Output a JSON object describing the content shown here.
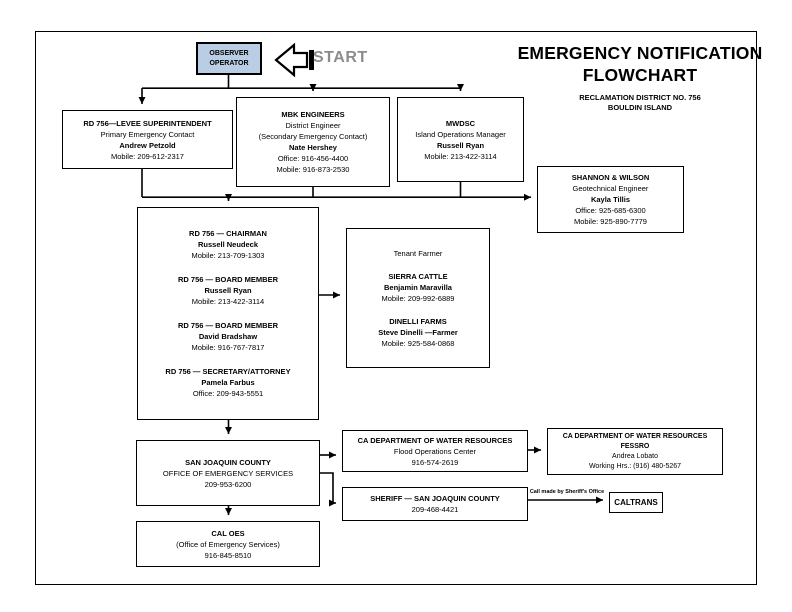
{
  "header": {
    "title_line1": "EMERGENCY NOTIFICATION",
    "title_line2": "FLOWCHART",
    "subtitle_line1": "RECLAMATION DISTRICT NO. 756",
    "subtitle_line2": "BOULDIN ISLAND",
    "start_label": "START"
  },
  "colors": {
    "observer_fill": "#b9cde4",
    "start_text": "#8c8c8c",
    "line": "#000000"
  },
  "observer": {
    "line1": "OBSERVER",
    "line2": "OPERATOR"
  },
  "levee": {
    "title": "RD 756—LEVEE SUPERINTENDENT",
    "role": "Primary Emergency Contact",
    "name": "Andrew Petzold",
    "phone": "Mobile:  209-612-2317"
  },
  "mbk": {
    "title": "MBK ENGINEERS",
    "role1": "District Engineer",
    "role2": "(Secondary Emergency Contact)",
    "name": "Nate Hershey",
    "office": "Office: 916-456-4400",
    "mobile": "Mobile: 916-873-2530"
  },
  "mwdsc": {
    "title": "MWDSC",
    "role": "Island Operations Manager",
    "name": "Russell Ryan",
    "mobile": "Mobile: 213-422-3114"
  },
  "shannon": {
    "title": "SHANNON & WILSON",
    "role": "Geotechnical Engineer",
    "name": "Kayla Tillis",
    "office": "Office: 925-685-6300",
    "mobile": "Mobile: 925-890-7779"
  },
  "officials": {
    "entries": [
      {
        "title": "RD 756 — CHAIRMAN",
        "name": "Russell Neudeck",
        "phone": "Mobile: 213-709-1303"
      },
      {
        "title": "RD 756 — BOARD MEMBER",
        "name": "Russell Ryan",
        "phone": "Mobile: 213-422-3114"
      },
      {
        "title": "RD 756 — BOARD MEMBER",
        "name": "David Bradshaw",
        "phone": "Mobile: 916-767-7817"
      },
      {
        "title": "RD 756 — SECRETARY/ATTORNEY",
        "name": "Pamela Farbus",
        "phone": "Office: 209-943-5551"
      }
    ]
  },
  "tenant": {
    "heading": "Tenant Farmer",
    "farms": [
      {
        "name": "SIERRA CATTLE",
        "contact": "Benjamin Maravilla",
        "phone": "Mobile: 209-992-6889"
      },
      {
        "name": "DINELLI FARMS",
        "contact": "Steve Dinelli —Farmer",
        "phone": "Mobile: 925-584-0868"
      }
    ]
  },
  "sjc_oes": {
    "line1": "SAN JOAQUIN COUNTY",
    "line2": "OFFICE OF EMERGENCY SERVICES",
    "phone": "209-953-6200"
  },
  "cal_oes": {
    "line1": "CAL OES",
    "line2": "(Office of Emergency Services)",
    "phone": "916-845-8510"
  },
  "dwr_floc": {
    "line1": "CA DEPARTMENT OF WATER RESOURCES",
    "line2": "Flood Operations Center",
    "phone": "916-574-2619"
  },
  "dwr_fessro": {
    "line1": "CA DEPARTMENT OF WATER RESOURCES",
    "line2": "FESSRO",
    "name": "Andrea Lobato",
    "phone": "Working Hrs.: (916) 480-5267"
  },
  "sheriff": {
    "line1": "SHERIFF — SAN JOAQUIN COUNTY",
    "phone": "209-468-4421"
  },
  "caltrans": {
    "label": "CALTRANS"
  },
  "notes": {
    "caltrans_note": "Call made by Sheriff's Office"
  }
}
